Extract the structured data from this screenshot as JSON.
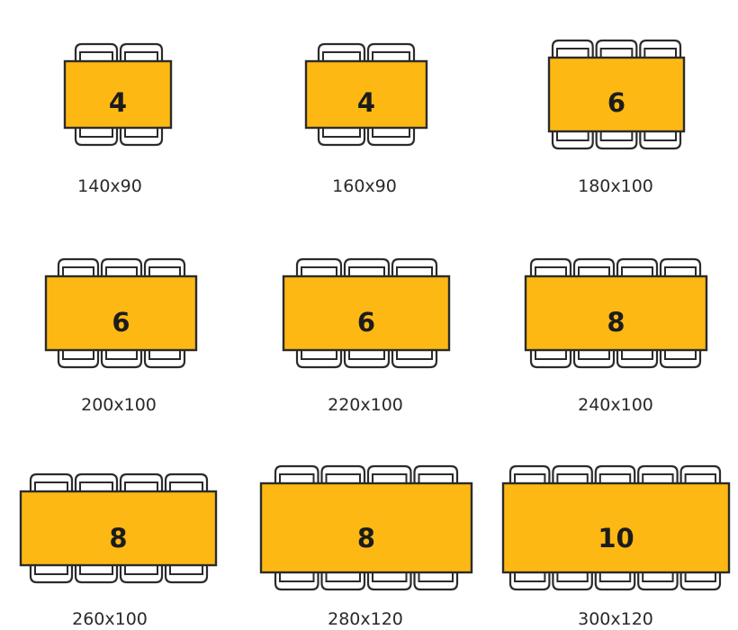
{
  "colors": {
    "table_fill": "#FDB813",
    "outline": "#2b2b2b",
    "chair_fill": "#ffffff",
    "background": "#ffffff"
  },
  "tables": [
    {
      "seats": "4",
      "size": "140x90",
      "chairs_per_side": 2
    },
    {
      "seats": "4",
      "size": "160x90",
      "chairs_per_side": 2
    },
    {
      "seats": "6",
      "size": "180x100",
      "chairs_per_side": 3
    },
    {
      "seats": "6",
      "size": "200x100",
      "chairs_per_side": 3
    },
    {
      "seats": "6",
      "size": "220x100",
      "chairs_per_side": 3
    },
    {
      "seats": "8",
      "size": "240x100",
      "chairs_per_side": 4
    },
    {
      "seats": "8",
      "size": "260x100",
      "chairs_per_side": 4
    },
    {
      "seats": "8",
      "size": "280x120",
      "chairs_per_side": 4
    },
    {
      "seats": "10",
      "size": "300x120",
      "chairs_per_side": 5
    }
  ]
}
